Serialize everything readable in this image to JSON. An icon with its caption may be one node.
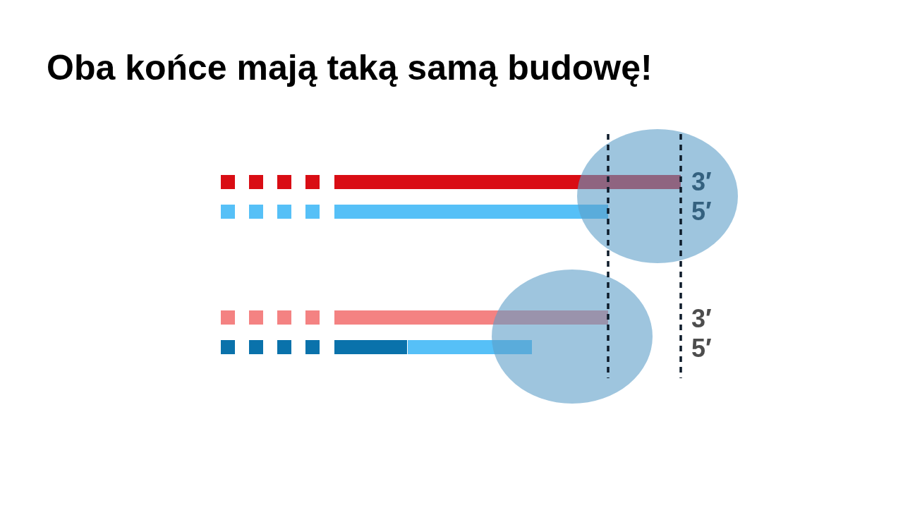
{
  "diagram": {
    "title": "Oba końce mają taką samą budowę!",
    "labels": [
      "3′",
      "5′",
      "3′",
      "5′"
    ]
  }
}
